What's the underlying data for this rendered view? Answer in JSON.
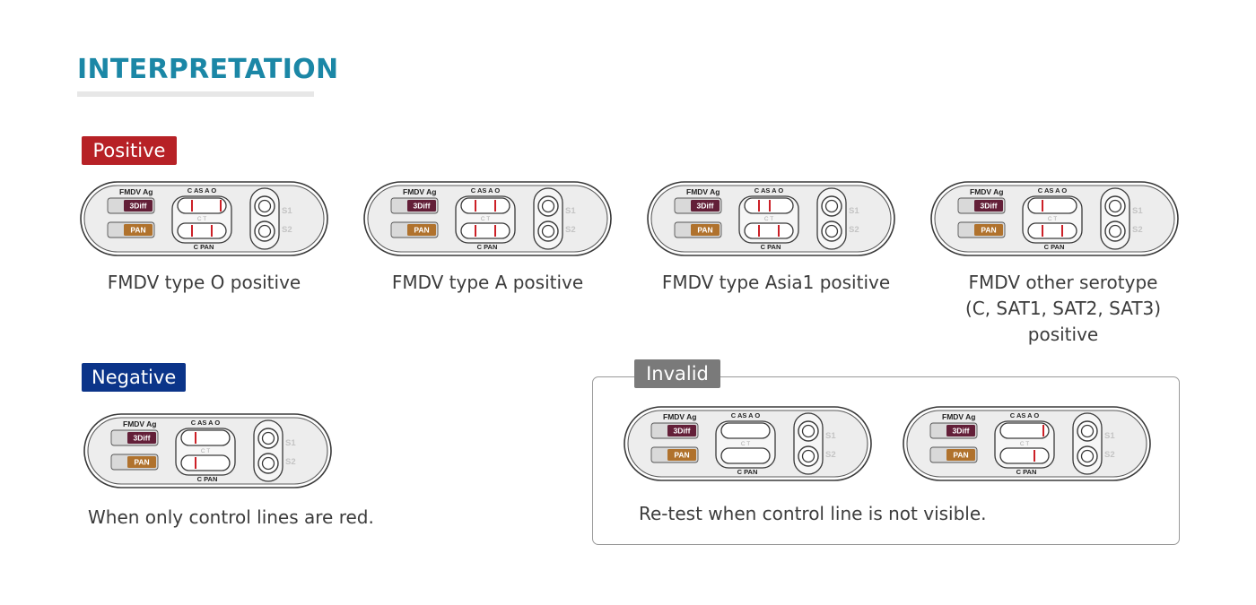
{
  "page": {
    "title": "INTERPRETATION"
  },
  "colors": {
    "title": "#1b87a6",
    "positive_badge": "#b72126",
    "negative_badge": "#0b3489",
    "invalid_badge": "#7a7a7a",
    "diff_label": "#631f38",
    "pan_label": "#b0722d",
    "test_line": "#cc2027",
    "cassette_fill": "#ededed",
    "cassette_stroke": "#3a3a3a"
  },
  "cassette_labels": {
    "brand": "FMDV Ag",
    "diff": "3Diff",
    "pan": "PAN",
    "top_lines": "C  AS  A  O",
    "middle": "C    T",
    "bottom": "C   PAN",
    "s1": "S1",
    "s2": "S2"
  },
  "sections": {
    "positive": {
      "label": "Positive",
      "items": [
        {
          "caption": "FMDV type O positive",
          "top_lines": [
            "C",
            "O"
          ],
          "bottom_lines": [
            "C",
            "T"
          ]
        },
        {
          "caption": "FMDV type A positive",
          "top_lines": [
            "C",
            "A"
          ],
          "bottom_lines": [
            "C",
            "T"
          ]
        },
        {
          "caption": "FMDV type Asia1 positive",
          "top_lines": [
            "C",
            "AS"
          ],
          "bottom_lines": [
            "C",
            "T"
          ]
        },
        {
          "caption_lines": [
            "FMDV other serotype",
            "(C, SAT1, SAT2, SAT3)",
            "positive"
          ],
          "top_lines": [
            "C"
          ],
          "bottom_lines": [
            "C",
            "T"
          ]
        }
      ]
    },
    "negative": {
      "label": "Negative",
      "caption": "When only control lines are red.",
      "items": [
        {
          "top_lines": [
            "C"
          ],
          "bottom_lines": [
            "C"
          ]
        }
      ]
    },
    "invalid": {
      "label": "Invalid",
      "caption": "Re-test when control line is not visible.",
      "items": [
        {
          "top_lines": [],
          "bottom_lines": []
        },
        {
          "top_lines": [
            "O"
          ],
          "bottom_lines": [
            "T"
          ]
        }
      ]
    }
  }
}
